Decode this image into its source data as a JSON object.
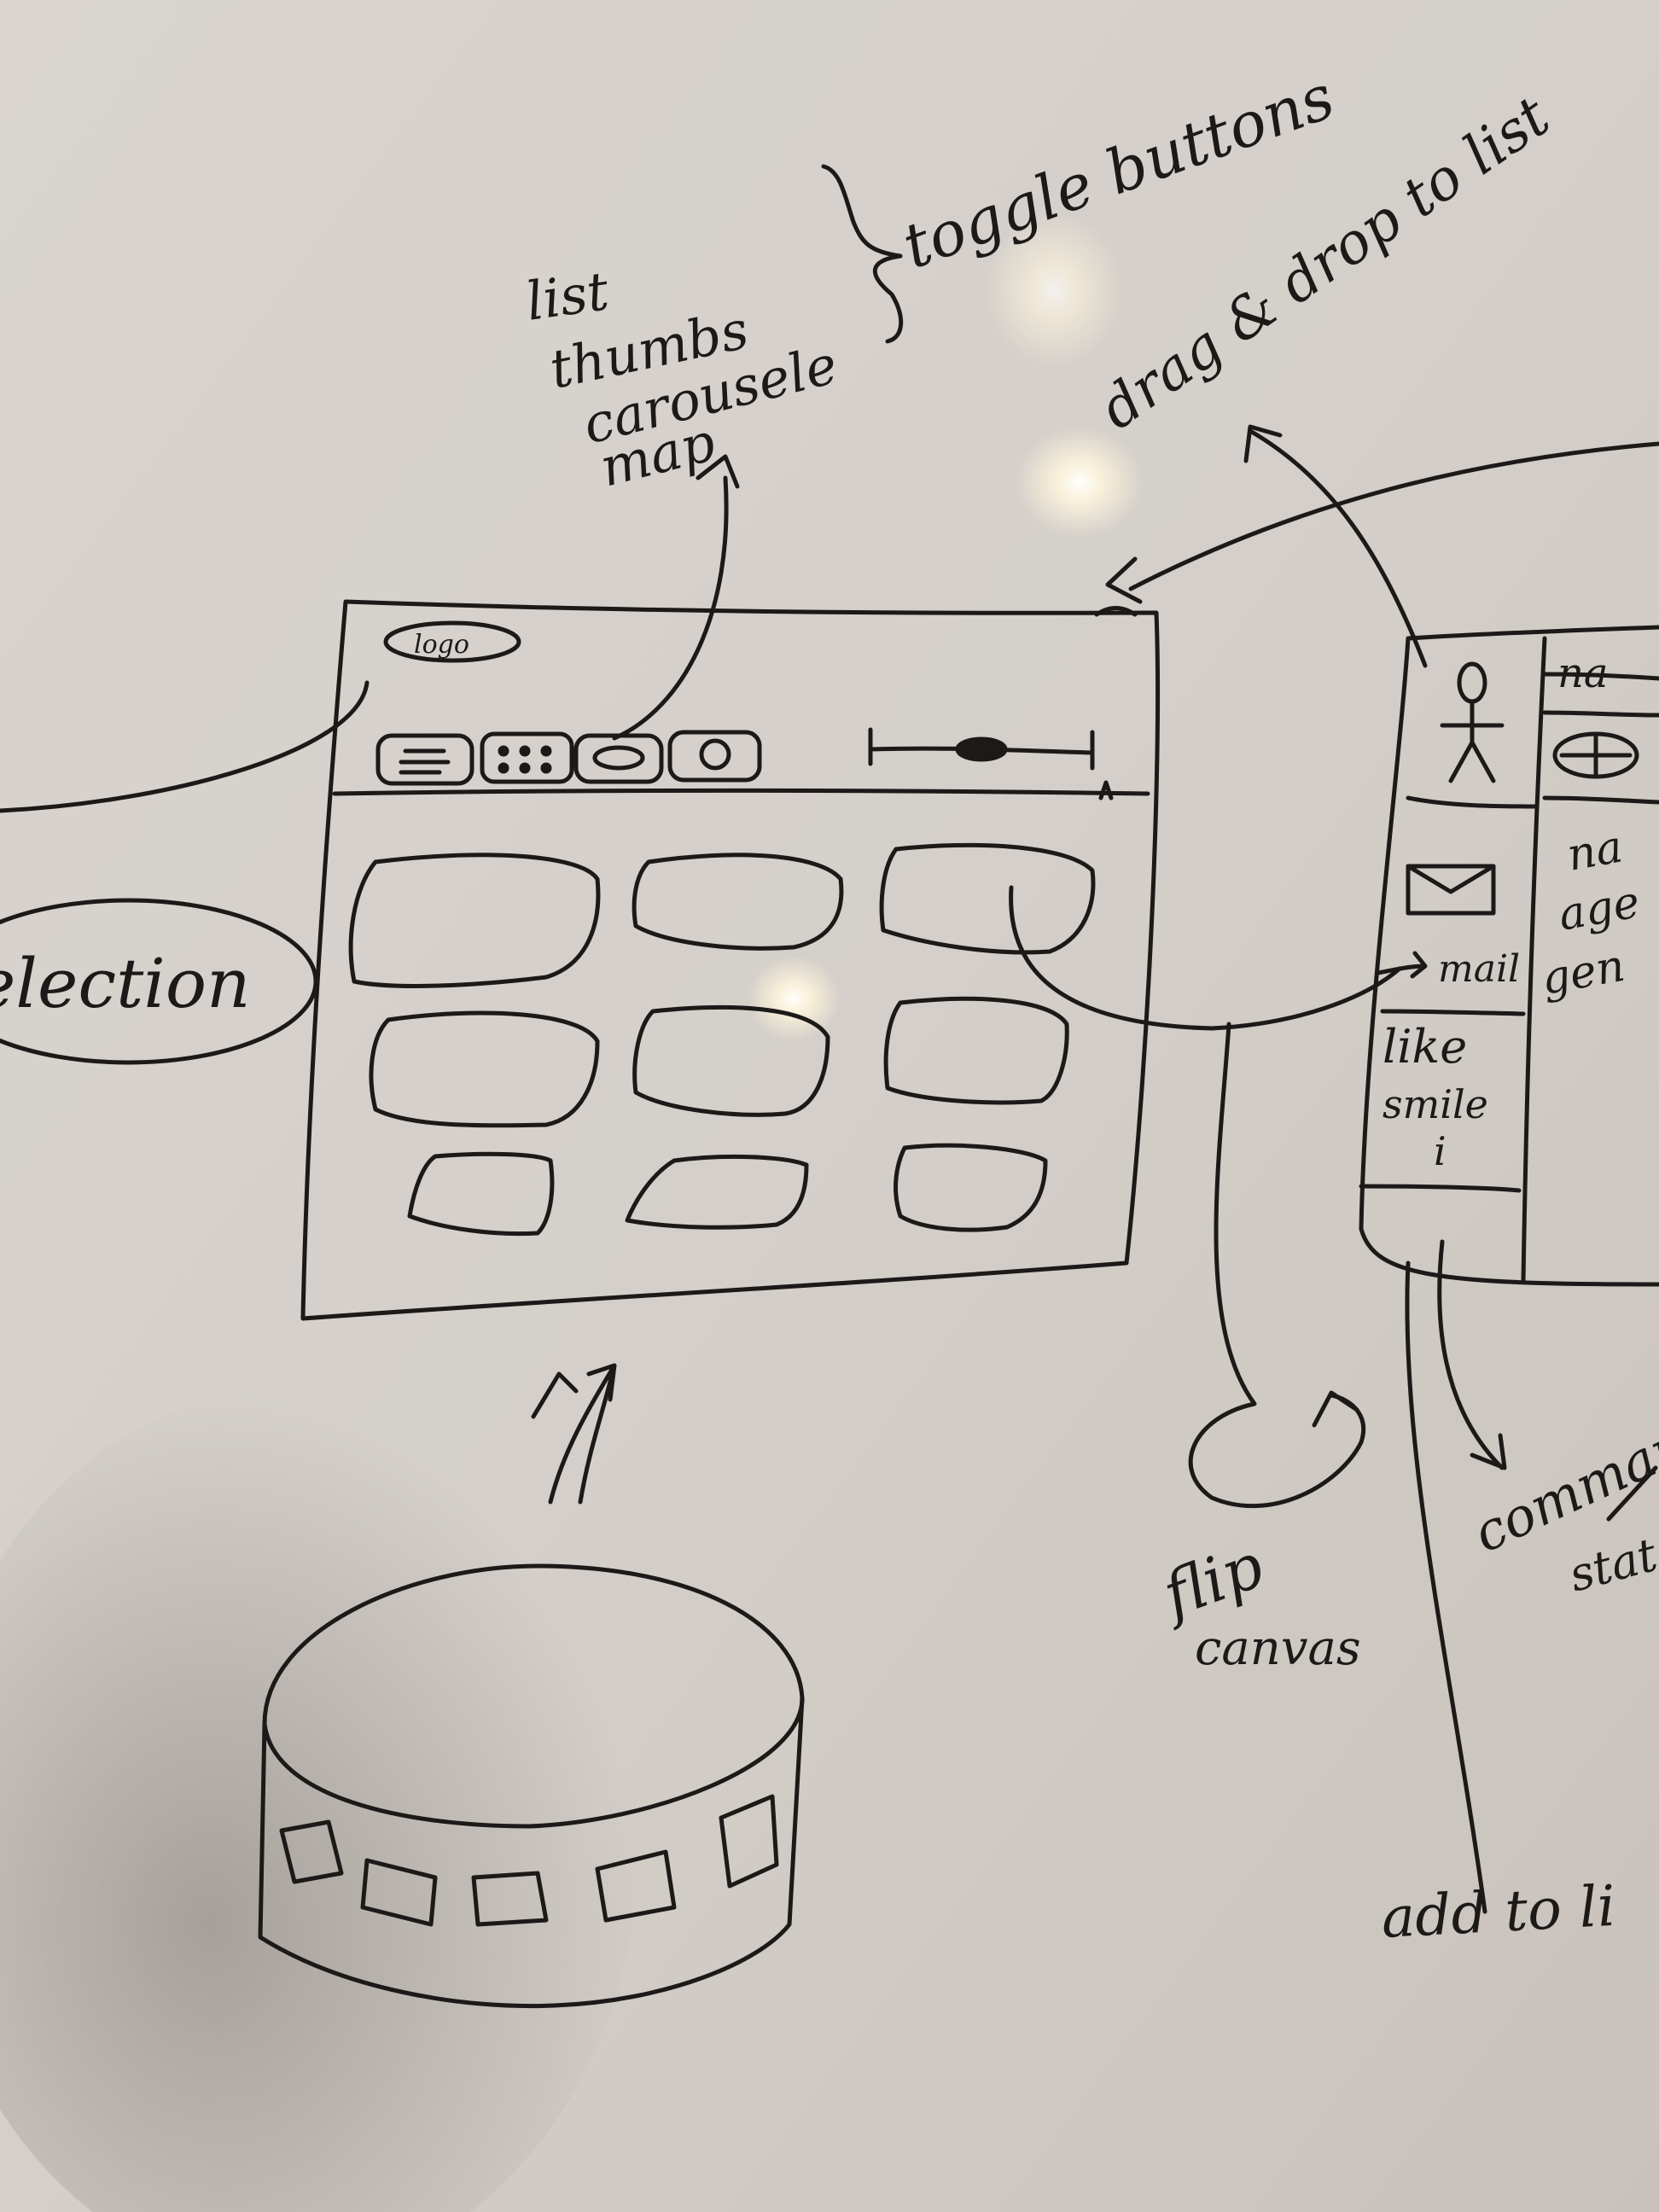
{
  "colors": {
    "board": "#d8d4cf",
    "ink": "#1c1a19",
    "glare": "#fff6dc"
  },
  "annotations": {
    "view_modes": [
      "list",
      "thumbs",
      "carousele",
      "map"
    ],
    "toggle_buttons": "toggle buttons",
    "drag_drop": "drag & drop to list",
    "selection": "selection",
    "flip_canvas": [
      "flip",
      "canvas"
    ],
    "commands": "command",
    "status": "stat",
    "add_to_list": "add to li"
  },
  "main_window": {
    "logo_text": "logo",
    "toggle_icons": [
      "list-view-icon",
      "thumbs-view-icon",
      "carousel-view-icon",
      "map-view-icon"
    ],
    "slider_icon": "zoom-slider",
    "thumbnail_count": 9
  },
  "detail_panel": {
    "header_label": "na",
    "avatar_icon": "person-icon",
    "mail_icon": "envelope-icon",
    "mail_label": "mail",
    "info_lines": [
      "na",
      "age",
      "gen"
    ],
    "actions": [
      "like",
      "smile",
      "i"
    ]
  },
  "database": {
    "icon": "carousel-cylinder-icon",
    "slot_count": 5
  }
}
